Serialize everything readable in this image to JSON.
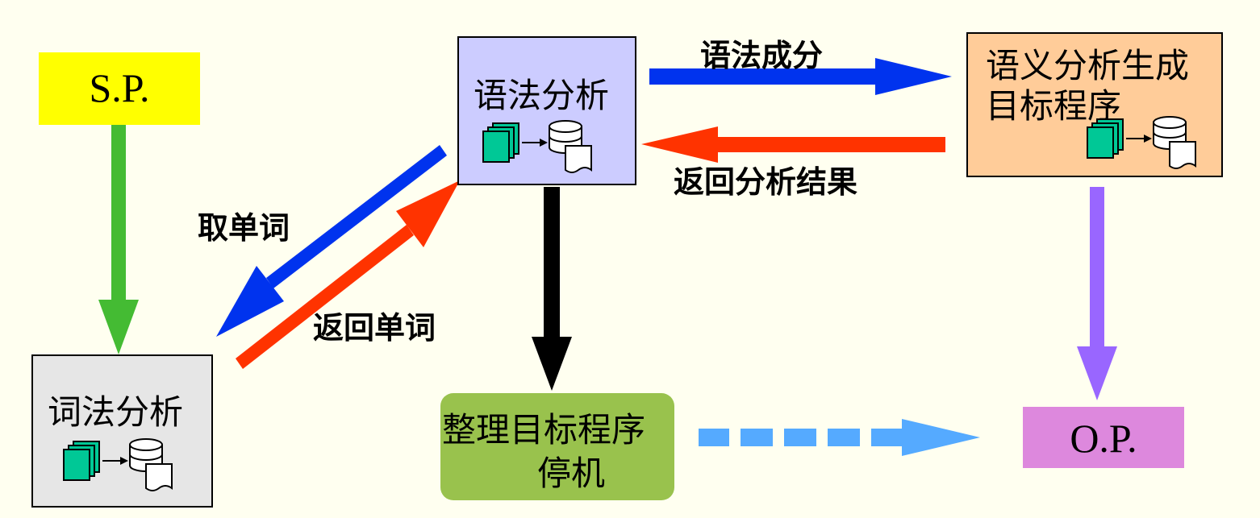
{
  "nodes": {
    "sp": {
      "label": "S.P.",
      "fill": "#FFFF00"
    },
    "lexical": {
      "label": "词法分析",
      "fill": "#E6E6E6"
    },
    "syntax": {
      "label": "语法分析",
      "fill": "#CCCCFF"
    },
    "semantic": {
      "line1": "语义分析生成",
      "line2": "目标程序",
      "fill": "#FFCC99"
    },
    "finalize": {
      "line1": "整理目标程序",
      "line2": "停机",
      "fill": "#99C24D"
    },
    "op": {
      "label": "O.P.",
      "fill": "#DD88DD"
    }
  },
  "edges": {
    "get_word": {
      "label": "取单词",
      "color": "#0033EE"
    },
    "return_word": {
      "label": "返回单词",
      "color": "#FF3300"
    },
    "syntax_component": {
      "label": "语法成分",
      "color": "#0033EE"
    },
    "return_result": {
      "label": "返回分析结果",
      "color": "#FF3300"
    },
    "sp_to_lexical": {
      "color": "#44BB33"
    },
    "syntax_to_finalize": {
      "color": "#000000"
    },
    "semantic_to_op": {
      "color": "#9966FF"
    },
    "finalize_to_op": {
      "color": "#55AAFF"
    }
  },
  "icons": [
    "file-stack-icon",
    "database-icon",
    "document-icon"
  ]
}
